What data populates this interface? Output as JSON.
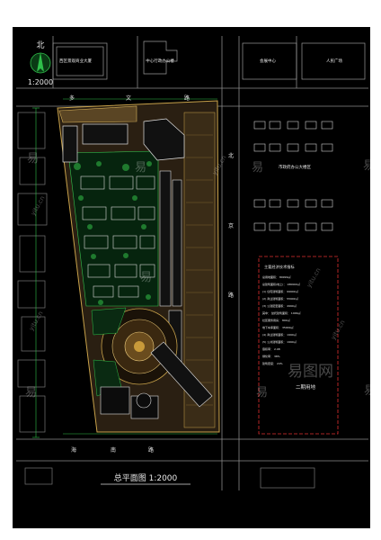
{
  "north_arrow": {
    "label": "北",
    "scale": "1:2000"
  },
  "top_labels": {
    "l1": "西区景观商业大厦",
    "l2": "中心行政办公楼",
    "l3": "会展中心",
    "l4": "人民广场"
  },
  "roads": {
    "north_chars": [
      "多",
      "文",
      "路"
    ],
    "east_chars": [
      "北",
      "京",
      "路"
    ],
    "south_chars": [
      "海",
      "南",
      "路"
    ]
  },
  "east_block_label": "市政府办公大楼区",
  "legend": {
    "title": "主要经济技术指标",
    "lines": [
      "总用地面积：    89999㎡",
      "总建筑面积(地上)：   186999㎡",
      "(1) 住宅建筑面积：  99999㎡",
      "(2) 商业建筑面积：  55999㎡",
      "(3) 公建配套面积：   4999㎡",
      "其中：  幼托建筑面积：   1999㎡",
      "         社区服务用房：   899㎡",
      "     地下车库面积：   35999㎡",
      "(4) 商业建筑面积：   1999㎡",
      "(5) 公共建筑面积：   1999㎡",
      "容积率：  2.08",
      "绿化率：  38%",
      "建筑密度：  24%"
    ],
    "area_label": "二期用地"
  },
  "title": "总平面图  1:2000",
  "watermarks": {
    "brand": "易图网",
    "site": "yitu.cn",
    "char": "易"
  }
}
